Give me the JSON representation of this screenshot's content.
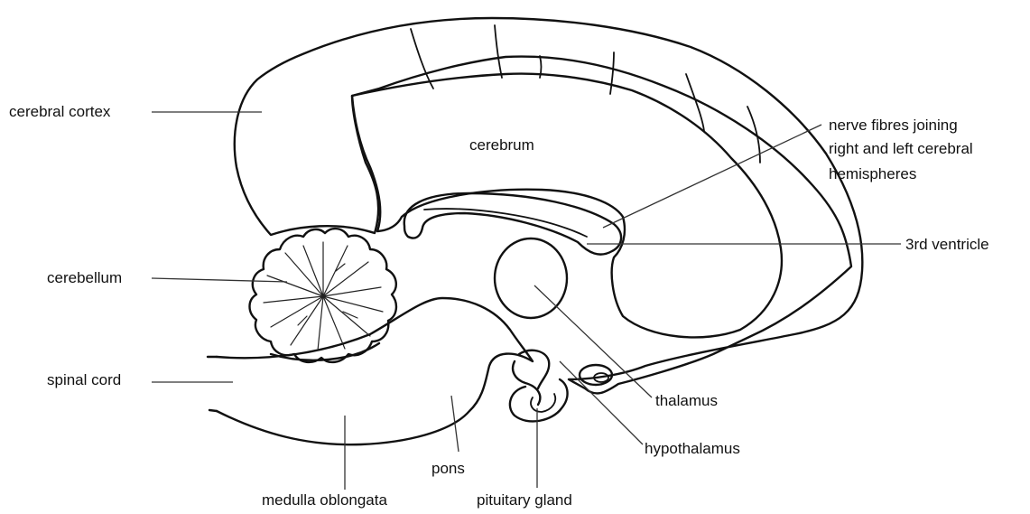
{
  "labels": {
    "cerebral_cortex": "cerebral cortex",
    "cerebrum": "cerebrum",
    "nerve_fibres": "nerve fibres joining",
    "nerve_fibres_2": "right and left cerebral",
    "nerve_fibres_3": "hemispheres",
    "third_ventricle": "3rd ventricle",
    "cerebellum": "cerebellum",
    "spinal_cord": "spinal cord",
    "thalamus": "thalamus",
    "hypothalamus": "hypothalamus",
    "pons": "pons",
    "medulla_oblongata": "medulla oblongata",
    "pituitary_gland": "pituitary gland"
  },
  "colors": {
    "ink": "#111111",
    "paper": "#ffffff"
  }
}
